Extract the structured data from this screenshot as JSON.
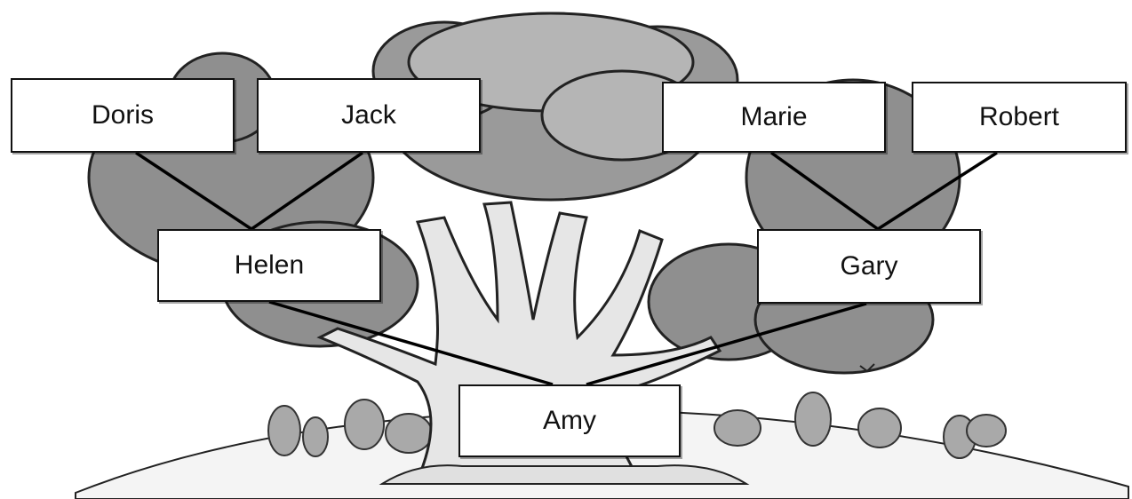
{
  "tree": {
    "nodes": {
      "doris": "Doris",
      "jack": "Jack",
      "marie": "Marie",
      "robert": "Robert",
      "helen": "Helen",
      "gary": "Gary",
      "amy": "Amy"
    },
    "relationships": [
      {
        "child": "helen",
        "parents": [
          "doris",
          "jack"
        ]
      },
      {
        "child": "gary",
        "parents": [
          "marie",
          "robert"
        ]
      },
      {
        "child": "amy",
        "parents": [
          "helen",
          "gary"
        ]
      }
    ]
  }
}
